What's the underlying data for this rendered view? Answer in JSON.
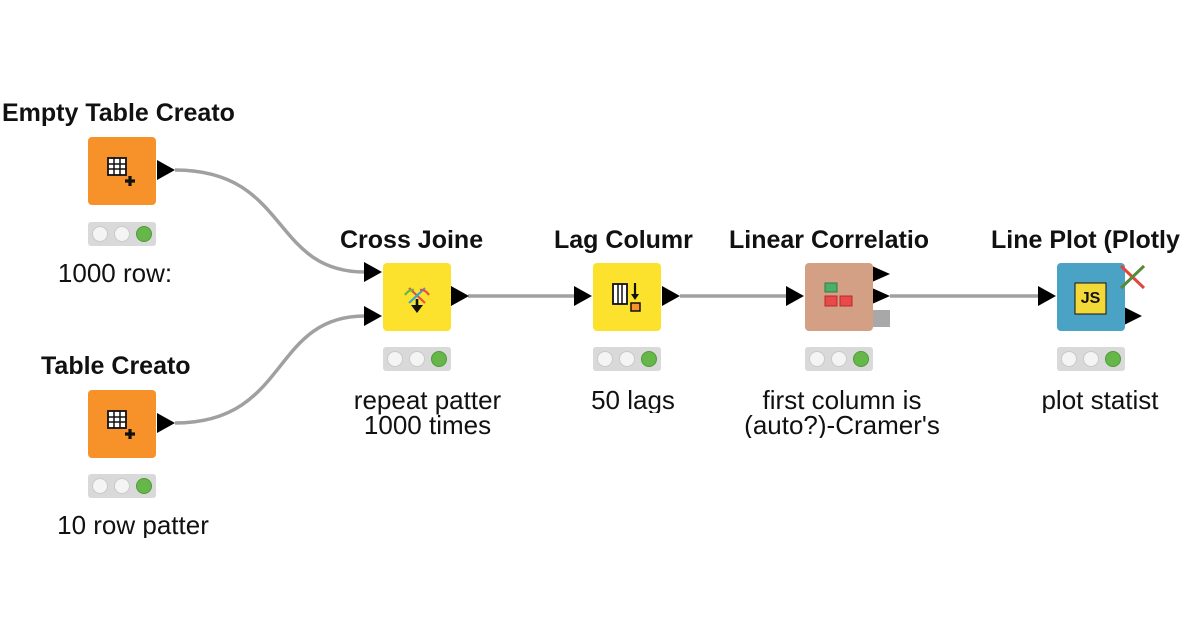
{
  "workflow": {
    "nodes": [
      {
        "title": "Empty Table Creato",
        "annotation": [
          "1000 row:"
        ],
        "icon": "table-add-icon",
        "color": "#f7922b"
      },
      {
        "title": "Table Creato",
        "annotation": [
          "10 row patter"
        ],
        "icon": "table-add-icon",
        "color": "#f7922b"
      },
      {
        "title": "Cross Joine",
        "annotation": [
          "repeat patter",
          "1000 times"
        ],
        "icon": "cross-join-icon",
        "color": "#fde22d"
      },
      {
        "title": "Lag Columr",
        "annotation": [
          "50 lags"
        ],
        "icon": "lag-column-icon",
        "color": "#fde22d"
      },
      {
        "title": "Linear Correlatio",
        "annotation": [
          "first column is",
          "(auto?)-Cramer's"
        ],
        "icon": "correlation-matrix-icon",
        "color": "#d4a085"
      },
      {
        "title": "Line Plot (Plotly",
        "annotation": [
          "plot statist"
        ],
        "icon": "javascript-icon",
        "color": "#4aa3c4"
      }
    ],
    "status_colors": {
      "inactive": "#f4f4f4",
      "executed": "#65b74a",
      "bar": "#d9d9d9"
    },
    "connection_color": "#a0a0a0",
    "js_label": "JS"
  }
}
